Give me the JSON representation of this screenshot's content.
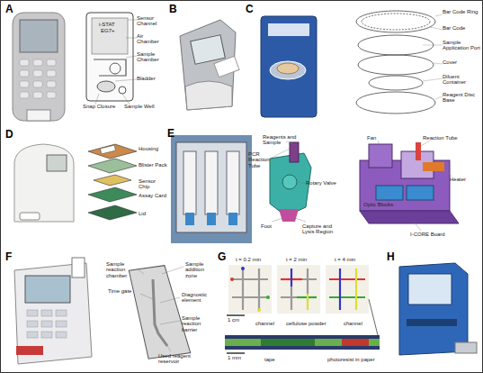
{
  "diagram": {
    "labels": [
      "A",
      "i-STAT",
      "EG7+",
      "Sensor Channel",
      "Air Chamber",
      "Sample Chamber",
      "Bladder",
      "Snap Closure",
      "Sample Well",
      "B",
      "C",
      "Bar Code Ring",
      "Bar Code",
      "Sample Application Port",
      "Cover",
      "Diluent Container",
      "Reagent Disc Base",
      "D",
      "Housing",
      "Blister Pack",
      "Sensor Chip",
      "Assay Card",
      "Lid",
      "E",
      "Reagents and Sample",
      "PCR Reaction Tube",
      "Rotary Valve",
      "Foot",
      "Capture and Lysis Region",
      "Fan",
      "Reaction Tube",
      "Heater",
      "Optic Blocks",
      "I-CORE Board",
      "F",
      "Sample addition zone",
      "Sample reaction chamber",
      "Time gate",
      "Diagnostic element",
      "Sample reaction barrier",
      "Used reagent reservoir",
      "G",
      "t = 0.2 min",
      "t = 2 min",
      "t = 4 min",
      "1 cm",
      "channel",
      "cellulose powder",
      "channel",
      "tape",
      "1 mm",
      "photoresist in paper",
      "H"
    ]
  }
}
